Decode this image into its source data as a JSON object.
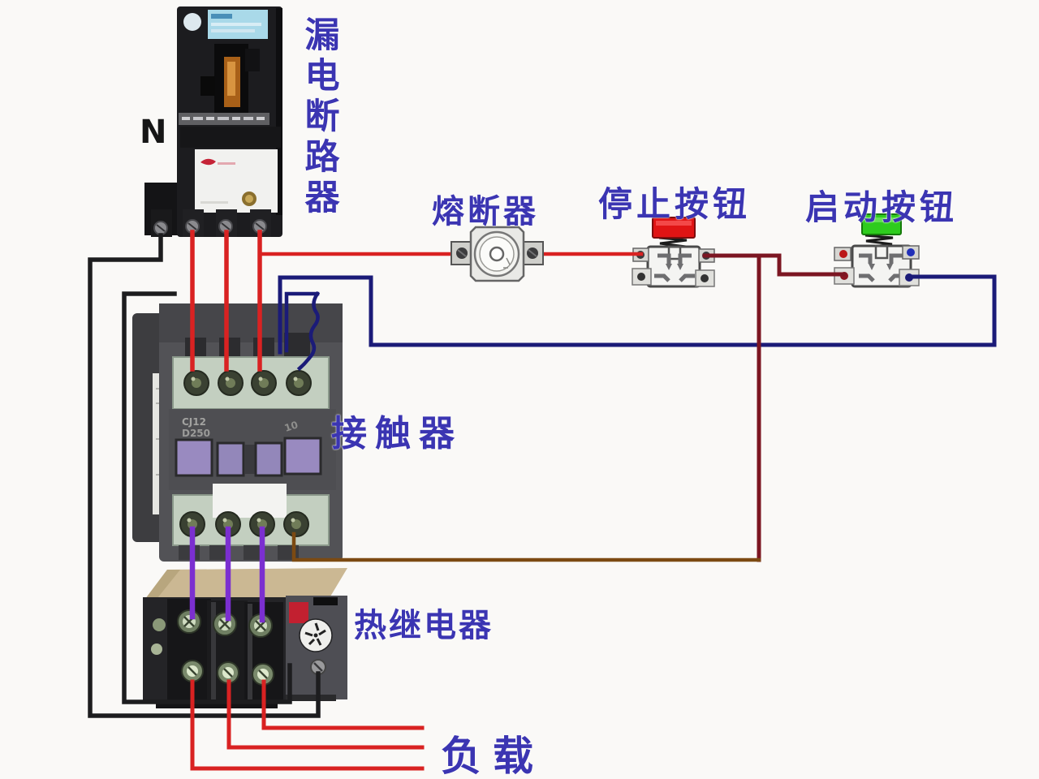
{
  "page": {
    "background": "#faf9f7"
  },
  "labels": {
    "breaker": "漏电断路器",
    "neutral": "N",
    "fuse": "熔断器",
    "stop_button": "停止按钮",
    "start_button": "启动按钮",
    "contactor": "接触器",
    "thermal_relay": "热继电器",
    "load": "负载"
  },
  "markings": {
    "contactor_model_line1": "CJ12",
    "contactor_model_line2": "D250",
    "contactor_aux_mark": "10"
  },
  "colors": {
    "label_text": "#3b35b2",
    "wire_power_red": "#d92222",
    "wire_control_maroon": "#7c1622",
    "wire_aux_brown": "#7c4a12",
    "wire_coil_navy": "#1b1b78",
    "wire_motor_purple": "#7b2fd0",
    "wire_neutral_black": "#1d1d1f",
    "stop_cap_red": "#e01414",
    "start_cap_green": "#2ecc1e"
  }
}
